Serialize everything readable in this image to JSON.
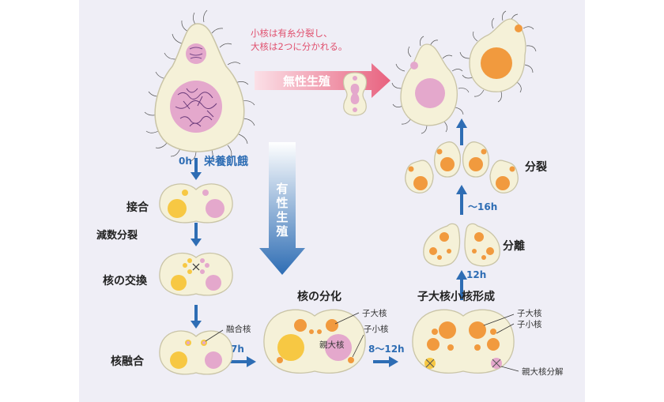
{
  "note": {
    "line1": "小核は有糸分裂し、",
    "line2": "大核は2つに分かれる。"
  },
  "asexual": {
    "label": "無性生殖"
  },
  "sexual": {
    "label": [
      "有",
      "性",
      "生",
      "殖"
    ]
  },
  "stages": {
    "t0": "0h",
    "starvation": "栄養飢餓",
    "conjugation": "接合",
    "meiosis": "減数分裂",
    "exchange": "核の交換",
    "fusion": "核融合",
    "t7": "7h",
    "differentiation": "核の分化",
    "t8_12": "8〜12h",
    "formation": "子大核小核形成",
    "t12": "12h",
    "separation": "分離",
    "t16": "〜16h",
    "division": "分裂"
  },
  "callouts": {
    "fusion_nucleus": "融合核",
    "daughter_macro_1": "子大核",
    "daughter_micro_1": "子小核",
    "parent_macro": "親大核",
    "daughter_macro_2": "子大核",
    "daughter_micro_2": "子小核",
    "parent_macro_decay": "親大核分解"
  },
  "colors": {
    "panel": "#efeef6",
    "cell": "#f5f1d8",
    "cell_edge": "#c9c4a6",
    "yellow": "#f7c843",
    "pink": "#e4a8cc",
    "orange": "#f19a3e",
    "blue": "#2e6db4",
    "arrow_pink": "#e8627f"
  }
}
